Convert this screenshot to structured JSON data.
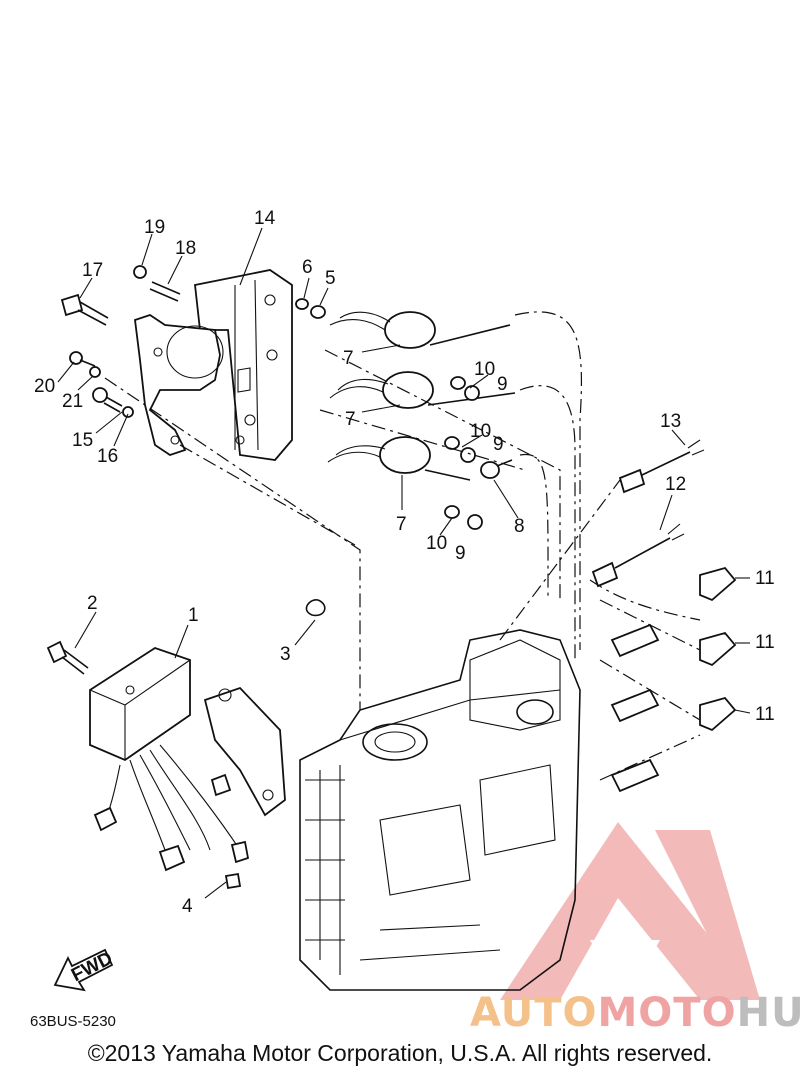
{
  "callouts": [
    {
      "id": "1",
      "label": "1"
    },
    {
      "id": "2",
      "label": "2"
    },
    {
      "id": "3",
      "label": "3"
    },
    {
      "id": "4",
      "label": "4"
    },
    {
      "id": "5",
      "label": "5"
    },
    {
      "id": "6",
      "label": "6"
    },
    {
      "id": "7a",
      "label": "7"
    },
    {
      "id": "7b",
      "label": "7"
    },
    {
      "id": "7c",
      "label": "7"
    },
    {
      "id": "8",
      "label": "8"
    },
    {
      "id": "9a",
      "label": "9"
    },
    {
      "id": "9b",
      "label": "9"
    },
    {
      "id": "9c",
      "label": "9"
    },
    {
      "id": "10a",
      "label": "10"
    },
    {
      "id": "10b",
      "label": "10"
    },
    {
      "id": "10c",
      "label": "10"
    },
    {
      "id": "11a",
      "label": "11"
    },
    {
      "id": "11b",
      "label": "11"
    },
    {
      "id": "11c",
      "label": "11"
    },
    {
      "id": "12",
      "label": "12"
    },
    {
      "id": "13",
      "label": "13"
    },
    {
      "id": "14",
      "label": "14"
    },
    {
      "id": "15",
      "label": "15"
    },
    {
      "id": "16",
      "label": "16"
    },
    {
      "id": "17",
      "label": "17"
    },
    {
      "id": "18",
      "label": "18"
    },
    {
      "id": "19",
      "label": "19"
    },
    {
      "id": "20",
      "label": "20"
    },
    {
      "id": "21",
      "label": "21"
    }
  ],
  "fwd_label": "FWD",
  "part_code": "63BUS-5230",
  "copyright": "©2013 Yamaha Motor Corporation, U.S.A. All rights reserved.",
  "watermark": {
    "part1": "AUTO",
    "part2": "MOTO",
    "part3": "HUB"
  },
  "colors": {
    "watermark_red": "#f0a3a3",
    "watermark_orange": "#f5c18a",
    "watermark_gray": "#bdbdbd"
  }
}
